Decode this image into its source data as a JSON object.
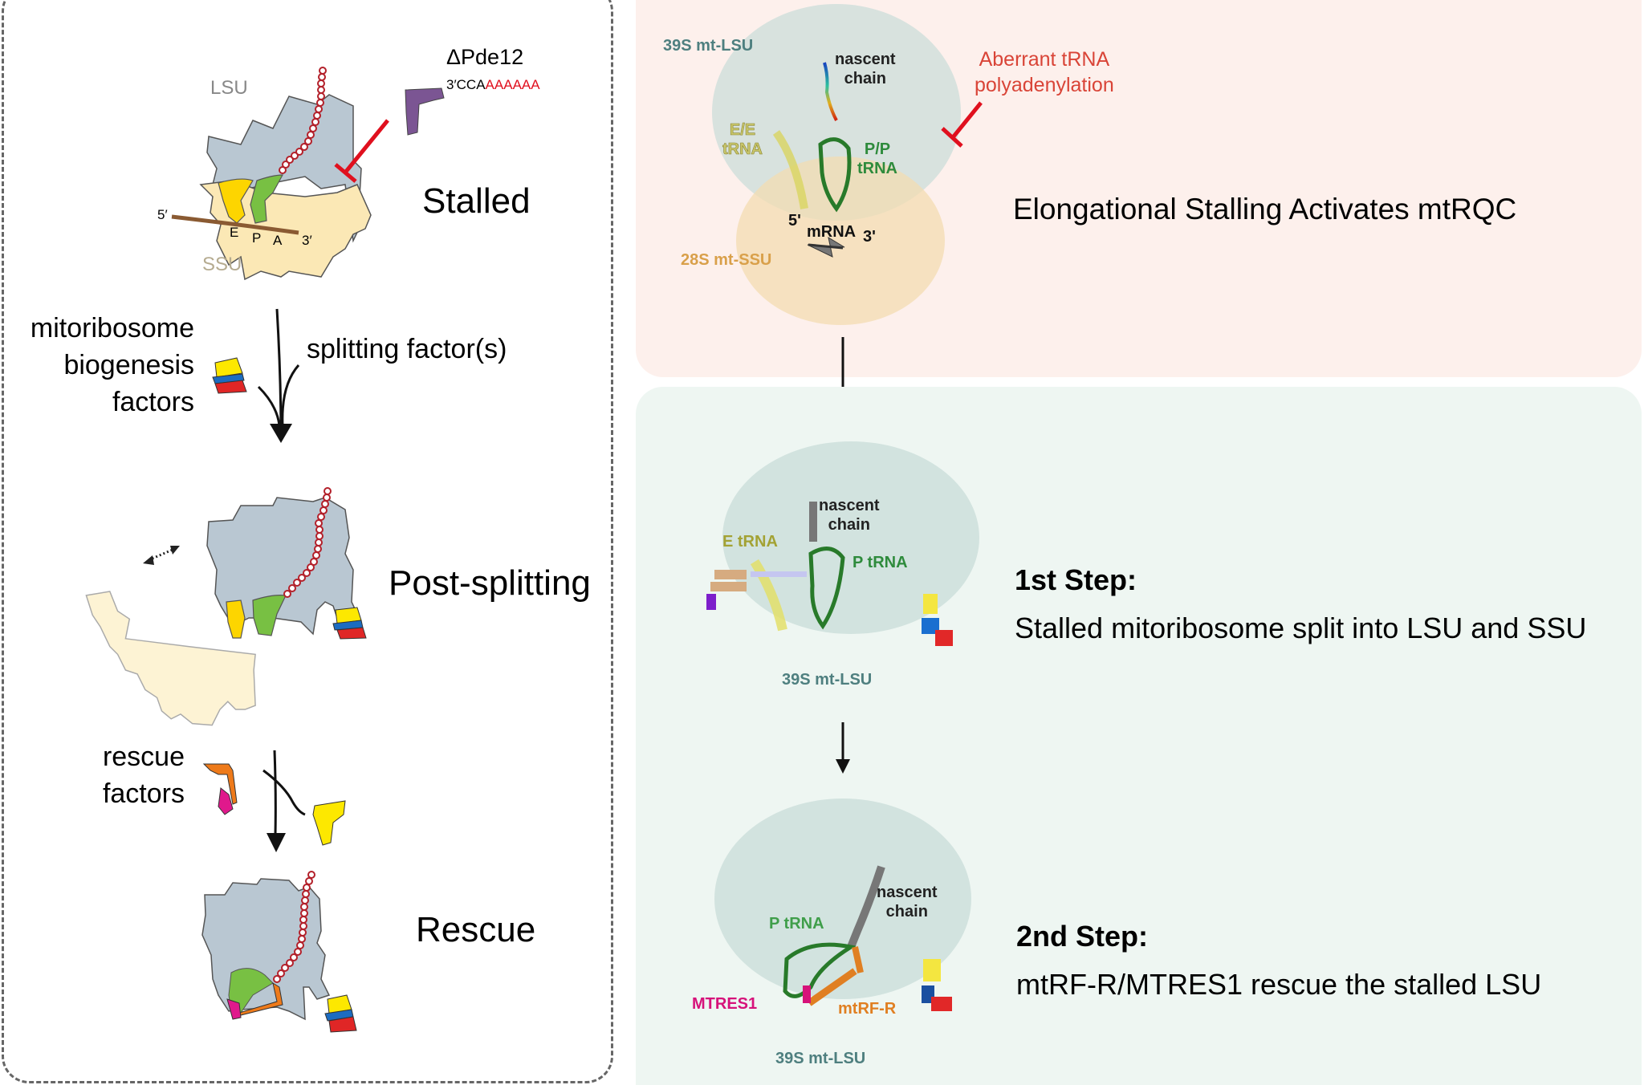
{
  "left_panel": {
    "stalled": {
      "label": "Stalled",
      "lsu_label": "LSU",
      "ssu_label": "SSU",
      "five_prime": "5′",
      "three_prime": "3′",
      "sites": [
        "E",
        "P",
        "A"
      ],
      "enzyme_label": "ΔPde12",
      "trna_tail_prefix": "3′CCA",
      "trna_tail_polyA": "AAAAAA"
    },
    "transition1": {
      "left_label_lines": [
        "mitoribosome",
        "biogenesis",
        "factors"
      ],
      "right_label": "splitting factor(s)"
    },
    "post_splitting": {
      "label": "Post-splitting"
    },
    "transition2": {
      "left_label_lines": [
        "rescue",
        "factors"
      ]
    },
    "rescue": {
      "label": "Rescue"
    }
  },
  "right_panel": {
    "top": {
      "labels": {
        "lsu": "39S mt-LSU",
        "ssu": "28S mt-SSU",
        "nascent": [
          "nascent",
          "chain"
        ],
        "e_trna": [
          "E/E",
          "tRNA"
        ],
        "p_trna": [
          "P/P",
          "tRNA"
        ],
        "five": "5'",
        "mrna": "mRNA",
        "three": "3'"
      },
      "inhibitor_label": [
        "Aberrant tRNA",
        "polyadenylation"
      ],
      "title": "Elongational Stalling Activates mtRQC"
    },
    "step1": {
      "labels": {
        "nascent": [
          "nascent",
          "chain"
        ],
        "e_trna": "E tRNA",
        "p_trna": "P tRNA",
        "lsu": "39S mt-LSU"
      },
      "title": "1st Step:",
      "text": "Stalled mitoribosome split into LSU and SSU"
    },
    "step2": {
      "labels": {
        "nascent": [
          "nascent",
          "chain"
        ],
        "p_trna": "P tRNA",
        "mtres1": "MTRES1",
        "mtrfr": "mtRF-R",
        "lsu": "39S mt-LSU"
      },
      "title": "2nd Step:",
      "text": "mtRF-R/MTRES1 rescue the stalled LSU"
    }
  },
  "colors": {
    "pink_panel": "#fdf0ec",
    "green_panel": "#eef6f2",
    "lsu_gray": "#b9c7d2",
    "ssu_cream": "#fbe8b5",
    "inhibit_red": "#e0101e",
    "teal_label": "#4e7f7f",
    "ssu_label": "#d9a04a",
    "trna_green": "#2e8b3c",
    "etrna_olive": "#a3a234",
    "mtres1_magenta": "#d6127a",
    "mtrfr_orange": "#e07f22",
    "aberrant_red": "#d94437"
  }
}
